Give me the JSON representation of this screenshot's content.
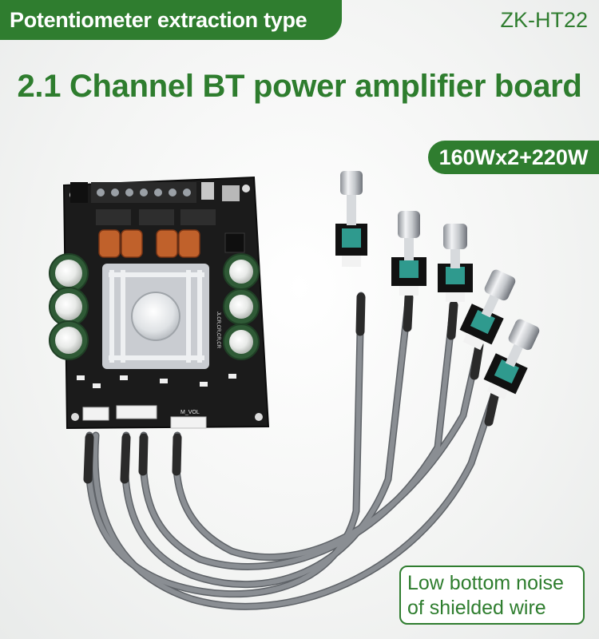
{
  "header": {
    "variant_label": "Potentiometer extraction type",
    "model": "ZK-HT22"
  },
  "headline": "2.1 Channel BT power amplifier board",
  "power_rating": "160Wx2+220W",
  "pcb_labels": {
    "volume_connector": "M_VOL",
    "board_marking": "JLCR,CR,CR,CR"
  },
  "callout": {
    "line1": "Low bottom noise",
    "line2": "of shielded wire"
  },
  "colors": {
    "brand_green": "#2f7d2f",
    "pcb_black": "#1b1b1b",
    "cable_gray": "#7d8186",
    "heatsink_silver": "#c9ccd1"
  }
}
